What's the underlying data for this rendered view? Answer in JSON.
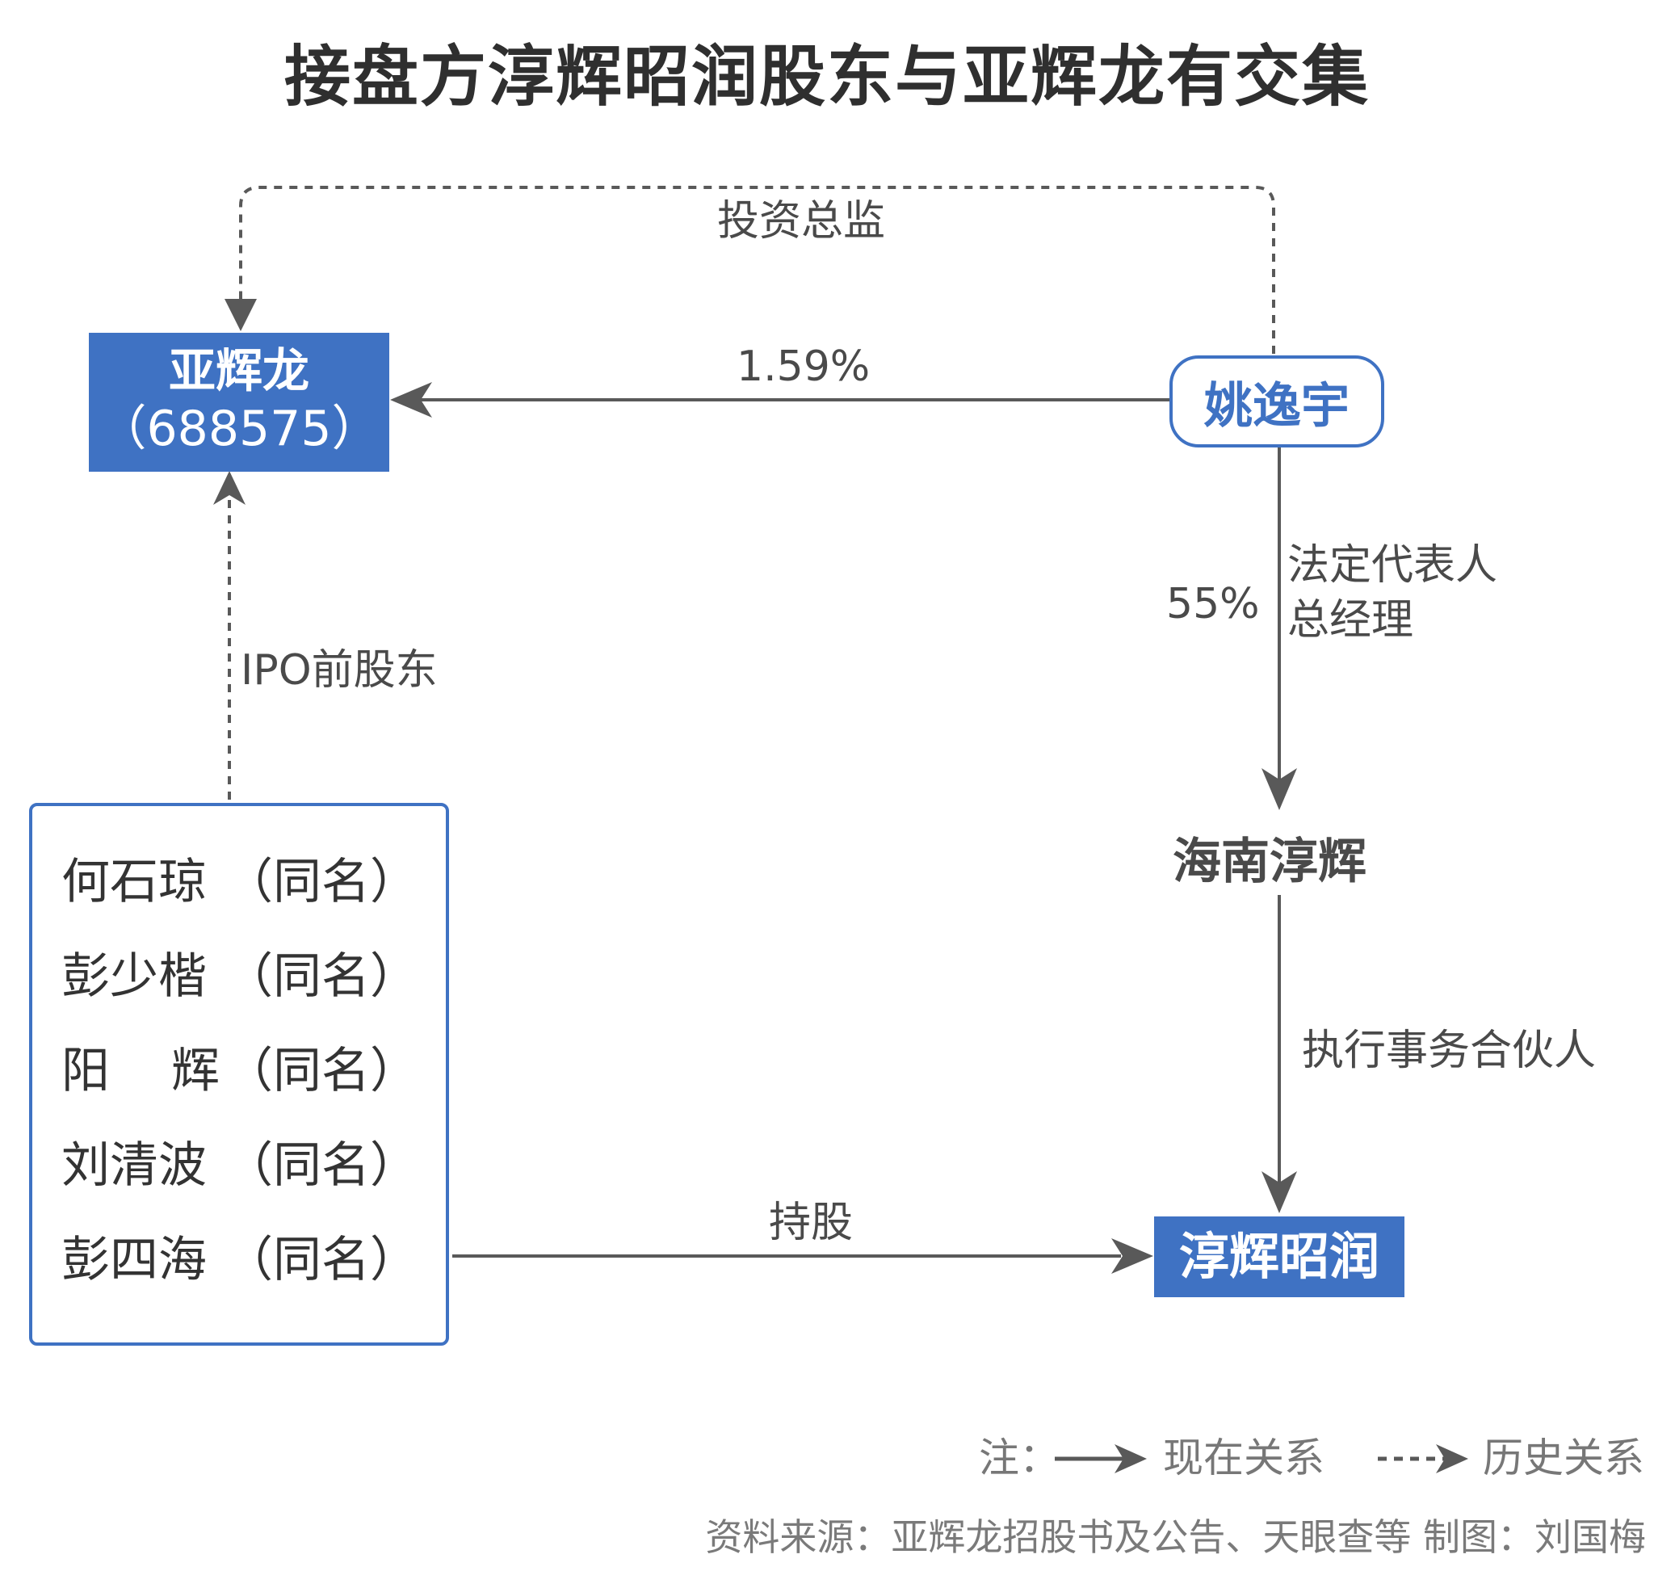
{
  "title": "接盘方淳辉昭润股东与亚辉龙有交集",
  "nodes": {
    "yahuilong": {
      "name": "亚辉龙",
      "code": "（688575）"
    },
    "yao": "姚逸宇",
    "hainan": "海南淳辉",
    "chunhui": "淳辉昭润",
    "shareholders": [
      {
        "name": "何石琼",
        "suffix": "（同名）"
      },
      {
        "name": "彭少楷",
        "suffix": "（同名）"
      },
      {
        "name": "阳辉",
        "suffix": "（同名）"
      },
      {
        "name": "刘清波",
        "suffix": "（同名）"
      },
      {
        "name": "彭四海",
        "suffix": "（同名）"
      }
    ]
  },
  "edges": {
    "investment_director": "投资总监",
    "stake_pct": "1.59%",
    "legal_rep_line1": "法定代表人",
    "legal_rep_line2": "总经理",
    "hainan_pct": "55%",
    "ipo_shareholder": "IPO前股东",
    "executive_partner": "执行事务合伙人",
    "holding": "持股"
  },
  "legend": {
    "note": "注：",
    "current": "现在关系",
    "historical": "历史关系"
  },
  "source": "资料来源：亚辉龙招股书及公告、天眼查等  制图：刘国梅",
  "colors": {
    "blue": "#3f72c3",
    "arrow": "#595959"
  }
}
